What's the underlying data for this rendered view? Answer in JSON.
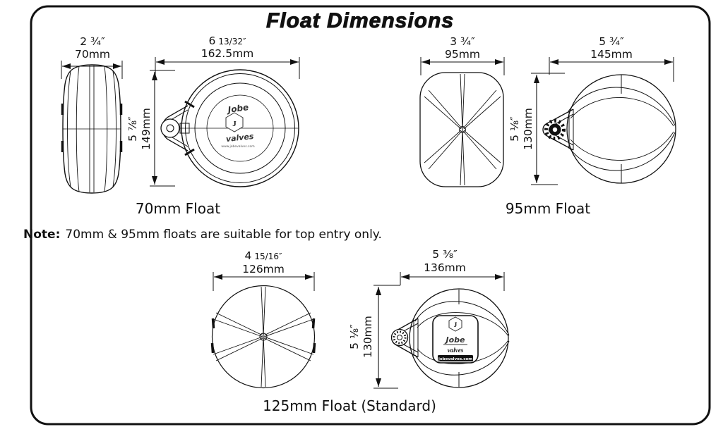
{
  "title": "Float Dimensions",
  "note": {
    "label": "Note:",
    "text": "70mm & 95mm floats are suitable for top entry only."
  },
  "logo": {
    "brand": "Jobe",
    "product": "valves",
    "site": "www.jobevalves.com",
    "site_short": "jobevalves.com",
    "monogram": "J"
  },
  "floats": {
    "f70": {
      "label": "70mm Float",
      "width_in": "2 ¾″",
      "width_mm": "70mm",
      "dia_in_whole": "6",
      "dia_in_frac": "13/32″",
      "dia_mm": "162.5mm",
      "height_in": "5 ⅞″",
      "height_mm": "149mm"
    },
    "f95": {
      "label": "95mm Float",
      "width_in": "3 ¾″",
      "width_mm": "95mm",
      "dia_in": "5 ¾″",
      "dia_mm": "145mm",
      "height_in": "5 ⅛″",
      "height_mm": "130mm"
    },
    "f125": {
      "label": "125mm Float (Standard)",
      "dia_in_whole": "4",
      "dia_in_frac": "15/16″",
      "dia_mm": "126mm",
      "width_in": "5 ⅜″",
      "width_mm": "136mm",
      "height_in": "5 ⅛″",
      "height_mm": "130mm"
    }
  }
}
